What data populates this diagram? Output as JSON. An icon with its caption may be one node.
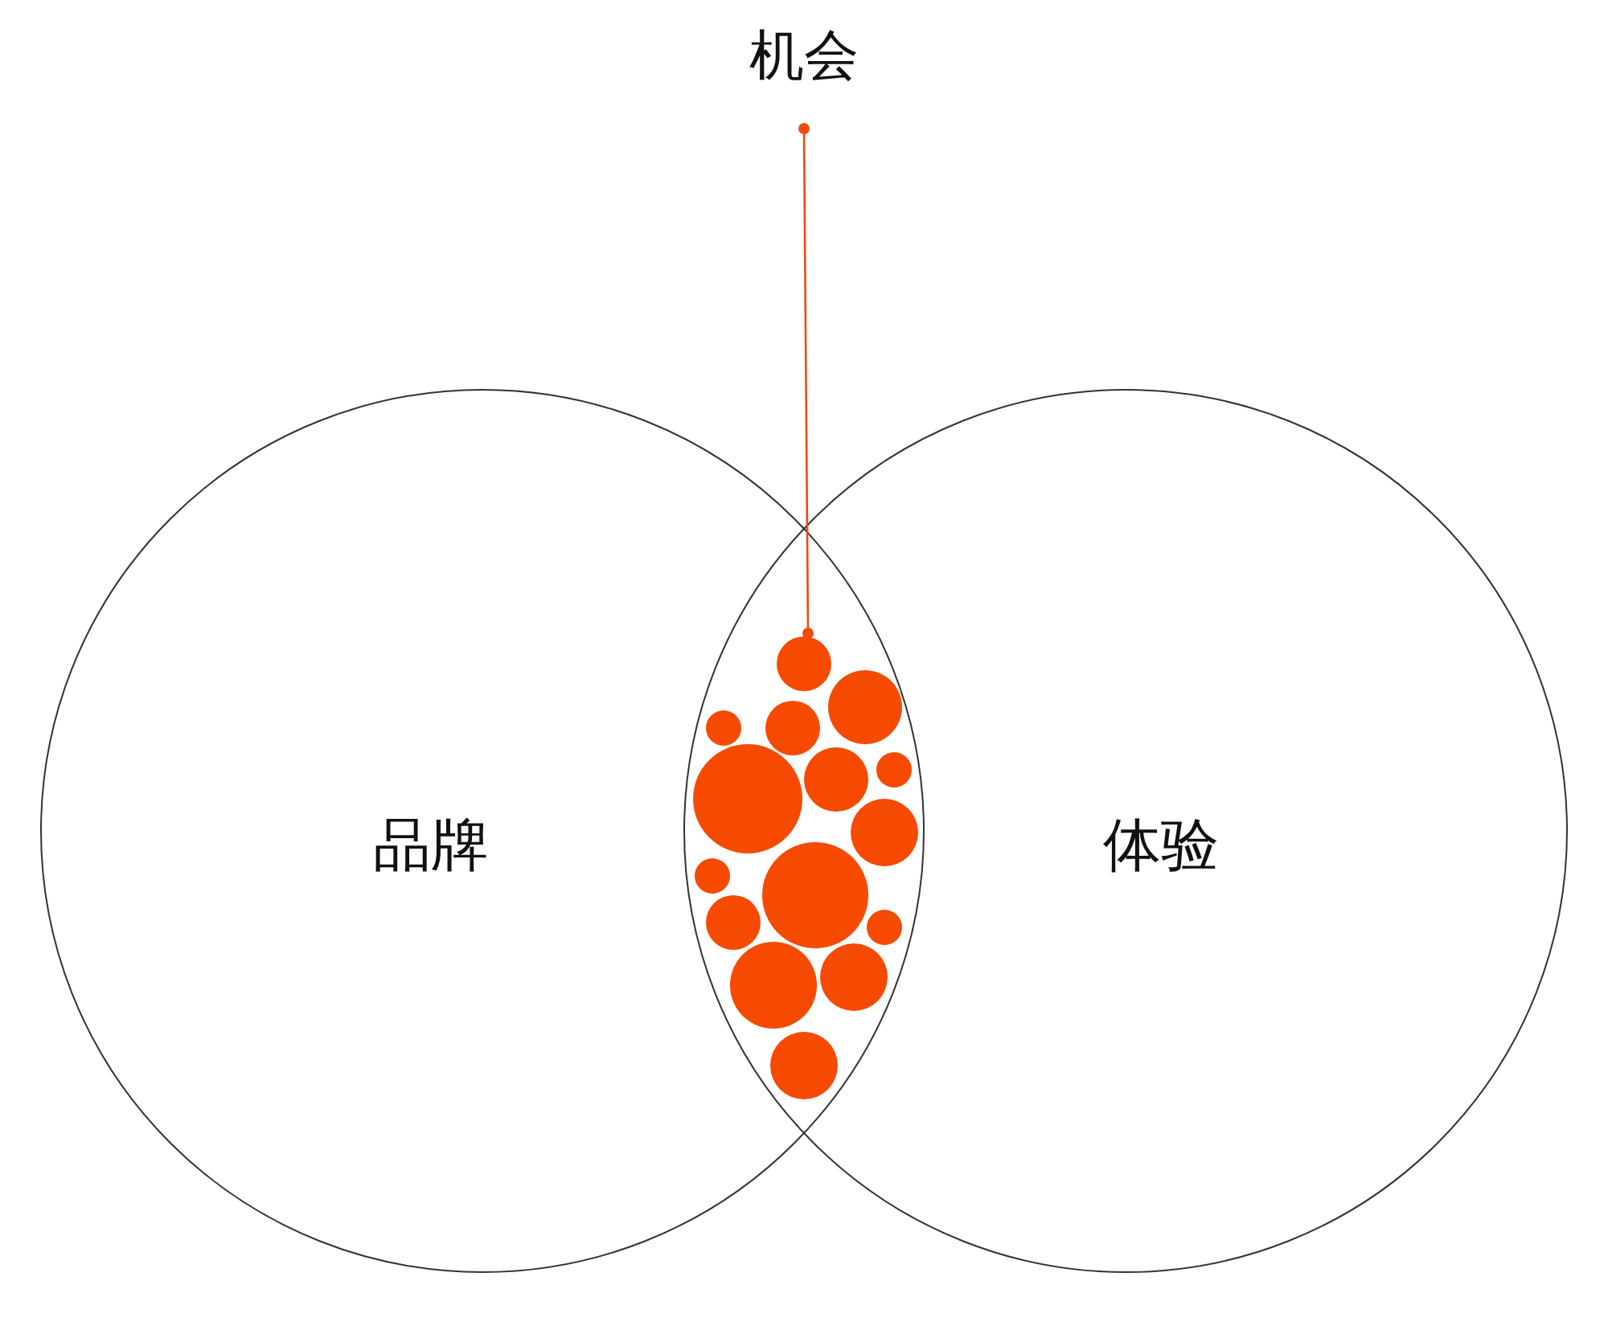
{
  "diagram": {
    "nodes": [
      {
        "text": [
          "机会"
        ]
      },
      {
        "text": [
          "品牌"
        ]
      },
      {
        "text": [
          "体验"
        ]
      },
      {
        "text": [],
        "shape": "picture"
      }
    ],
    "edges": [
      {
        "from": 0,
        "to": 3,
        "arrow": "other",
        "color": "#f04a0c"
      }
    ]
  }
}
